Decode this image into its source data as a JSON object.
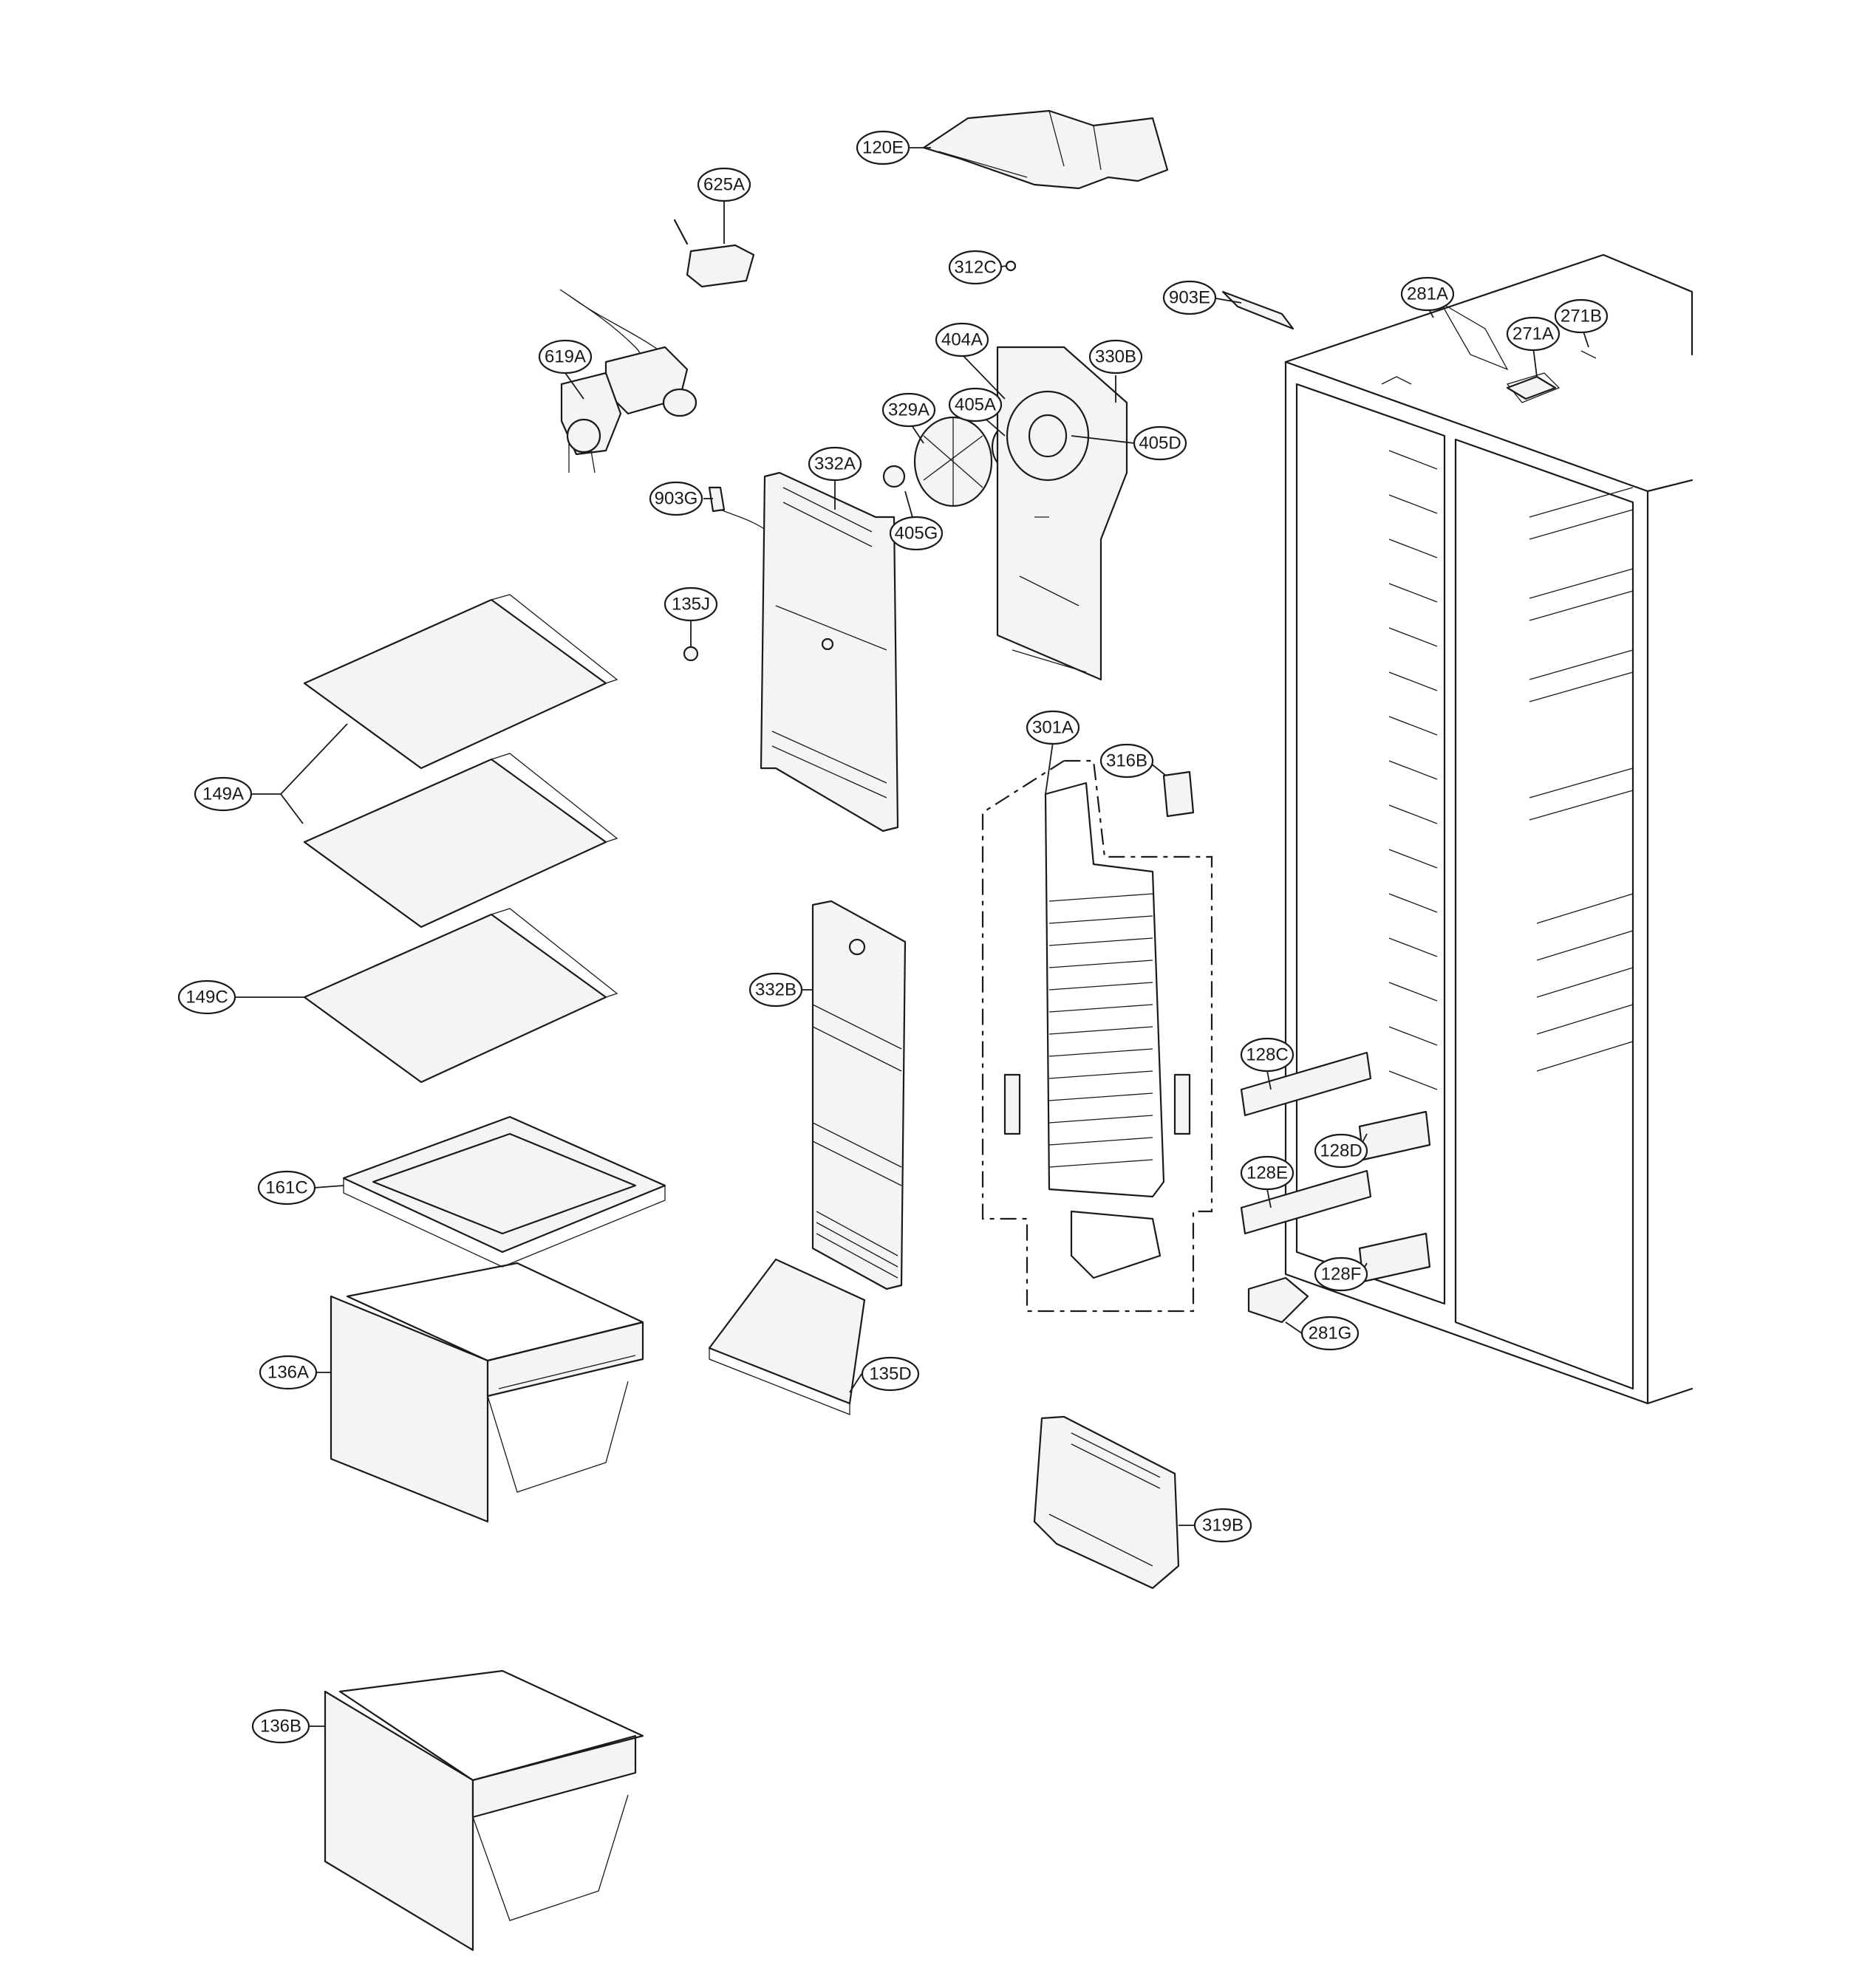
{
  "diagram": {
    "type": "exploded-parts-diagram",
    "colors": {
      "line": "#1a1a1a",
      "background": "#ffffff"
    },
    "callouts": [
      {
        "id": "120E",
        "label": "120E"
      },
      {
        "id": "625A",
        "label": "625A"
      },
      {
        "id": "312C",
        "label": "312C"
      },
      {
        "id": "903E",
        "label": "903E"
      },
      {
        "id": "281A",
        "label": "281A"
      },
      {
        "id": "271B",
        "label": "271B"
      },
      {
        "id": "271A",
        "label": "271A"
      },
      {
        "id": "404A",
        "label": "404A"
      },
      {
        "id": "330B",
        "label": "330B"
      },
      {
        "id": "619A",
        "label": "619A"
      },
      {
        "id": "405A",
        "label": "405A"
      },
      {
        "id": "329A",
        "label": "329A"
      },
      {
        "id": "405D",
        "label": "405D"
      },
      {
        "id": "332A",
        "label": "332A"
      },
      {
        "id": "903G",
        "label": "903G"
      },
      {
        "id": "405G",
        "label": "405G"
      },
      {
        "id": "135J",
        "label": "135J"
      },
      {
        "id": "301A",
        "label": "301A"
      },
      {
        "id": "316B",
        "label": "316B"
      },
      {
        "id": "149A",
        "label": "149A"
      },
      {
        "id": "149C",
        "label": "149C"
      },
      {
        "id": "332B",
        "label": "332B"
      },
      {
        "id": "128C",
        "label": "128C"
      },
      {
        "id": "128D",
        "label": "128D"
      },
      {
        "id": "128E",
        "label": "128E"
      },
      {
        "id": "161C",
        "label": "161C"
      },
      {
        "id": "128F",
        "label": "128F"
      },
      {
        "id": "281G",
        "label": "281G"
      },
      {
        "id": "136A",
        "label": "136A"
      },
      {
        "id": "135D",
        "label": "135D"
      },
      {
        "id": "319B",
        "label": "319B"
      },
      {
        "id": "136B",
        "label": "136B"
      }
    ]
  }
}
